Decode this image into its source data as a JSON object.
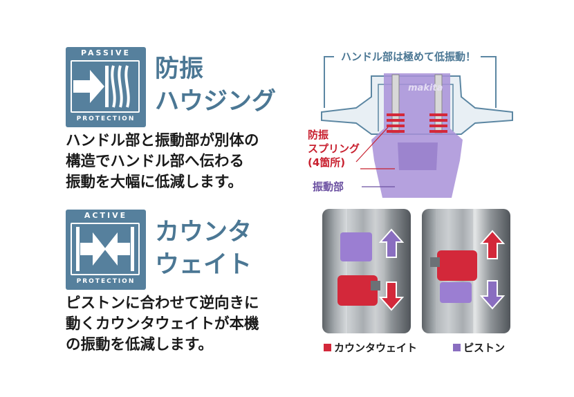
{
  "passive": {
    "badge_top": "PASSIVE",
    "badge_bottom": "PROTECTION",
    "title_line1": "防振",
    "title_line2": "ハウジング",
    "desc_line1": "ハンドル部と振動部が別体の",
    "desc_line2": "構造でハンドル部へ伝わる",
    "desc_line3": "振動を大幅に低減します。"
  },
  "active": {
    "badge_top": "ACTIVE",
    "badge_bottom": "PROTECTION",
    "title_line1": "カウンタ",
    "title_line2": "ウェイト",
    "desc_line1": "ピストンに合わせて逆向きに",
    "desc_line2": "動くカウンタウェイトが本機",
    "desc_line3": "の振動を低減します。"
  },
  "housing_diagram": {
    "handle_label": "ハンドル部は極めて低振動！",
    "spring_label_line1": "防振",
    "spring_label_line2": "スプリング",
    "spring_label_line3": "(4箇所)",
    "vibration_label": "振動部",
    "brand_mark": "makita"
  },
  "legend": {
    "counterweight": "カウンタウェイト",
    "piston": "ピストン"
  },
  "colors": {
    "badge": "#56809d",
    "title": "#4b7794",
    "counterweight": "#d3283a",
    "piston": "#8a6ec0",
    "spring_label": "#c8202f",
    "vibration_label": "#6a4fa0"
  },
  "icons": {
    "passive": "arrow-into-wave-barrier-icon",
    "active": "opposing-arrows-icon"
  }
}
